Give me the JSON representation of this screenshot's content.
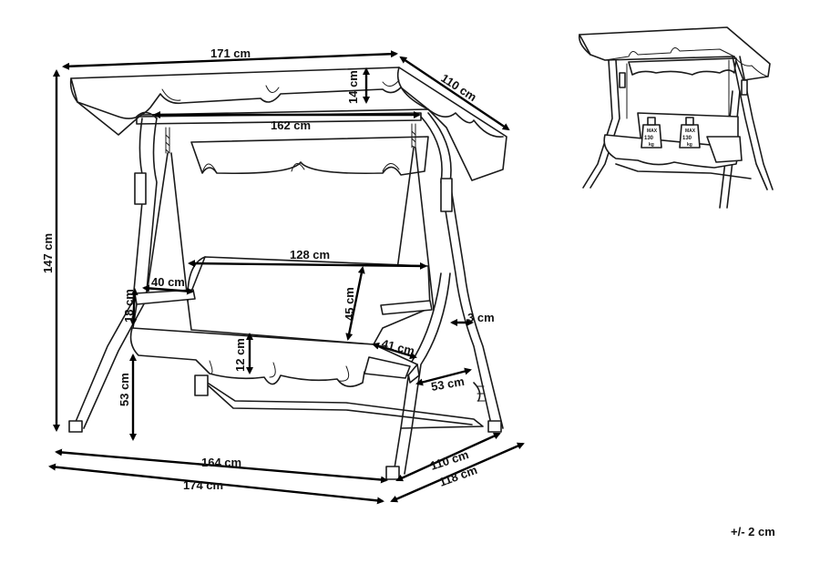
{
  "dimensions": {
    "canopy_width": "171 cm",
    "canopy_depth": "110 cm",
    "canopy_valance": "14 cm",
    "crossbar_width": "162 cm",
    "total_height": "147 cm",
    "backrest_width": "128 cm",
    "backrest_height": "45 cm",
    "armrest_length": "40 cm",
    "armrest_height": "18 cm",
    "frame_tube": "3 cm",
    "seat_valance": "12 cm",
    "seat_depth": "41 cm",
    "leg_spread": "53 cm",
    "seat_height": "53 cm",
    "base_width": "164 cm",
    "overall_width": "174 cm",
    "base_depth": "110 cm",
    "overall_depth": "118 cm"
  },
  "tolerance": "+/- 2 cm",
  "weight_badges": [
    {
      "max_label": "MAX",
      "value": "130",
      "unit": "kg"
    },
    {
      "max_label": "MAX",
      "value": "130",
      "unit": "kg"
    }
  ]
}
